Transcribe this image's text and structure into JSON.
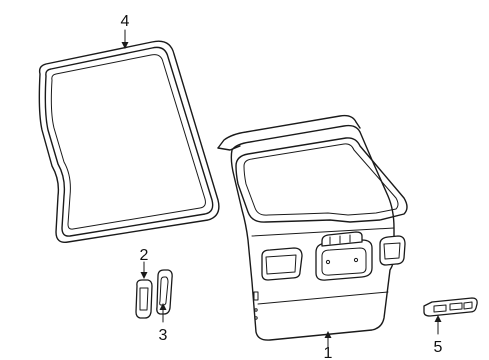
{
  "parts": [
    {
      "id": "gate",
      "label": "1",
      "name": "liftgate"
    },
    {
      "id": "bumper",
      "label": "2",
      "name": "bumper"
    },
    {
      "id": "bumper-3",
      "label": "3",
      "name": "bumper"
    },
    {
      "id": "weatherstrip",
      "label": "4",
      "name": "weatherstrip"
    },
    {
      "id": "emblem",
      "label": "5",
      "name": "emblem"
    }
  ]
}
